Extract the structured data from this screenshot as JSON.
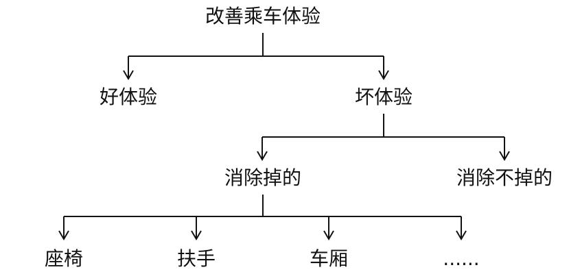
{
  "diagram": {
    "type": "tree",
    "root": {
      "id": "root",
      "label": "改善乘车体验"
    },
    "level1": [
      {
        "id": "good",
        "label": "好体验"
      },
      {
        "id": "bad",
        "label": "坏体验"
      }
    ],
    "level2": [
      {
        "id": "removable",
        "label": "消除掉的"
      },
      {
        "id": "not-removable",
        "label": "消除不掉的"
      }
    ],
    "level3": [
      {
        "id": "seat",
        "label": "座椅"
      },
      {
        "id": "handrail",
        "label": "扶手"
      },
      {
        "id": "carriage",
        "label": "车厢"
      },
      {
        "id": "more",
        "label": "......"
      }
    ],
    "edges": [
      [
        "root",
        "good"
      ],
      [
        "root",
        "bad"
      ],
      [
        "bad",
        "removable"
      ],
      [
        "bad",
        "not-removable"
      ],
      [
        "removable",
        "seat"
      ],
      [
        "removable",
        "handrail"
      ],
      [
        "removable",
        "carriage"
      ],
      [
        "removable",
        "more"
      ]
    ],
    "line_color": "#111111",
    "text_color": "#111111"
  }
}
